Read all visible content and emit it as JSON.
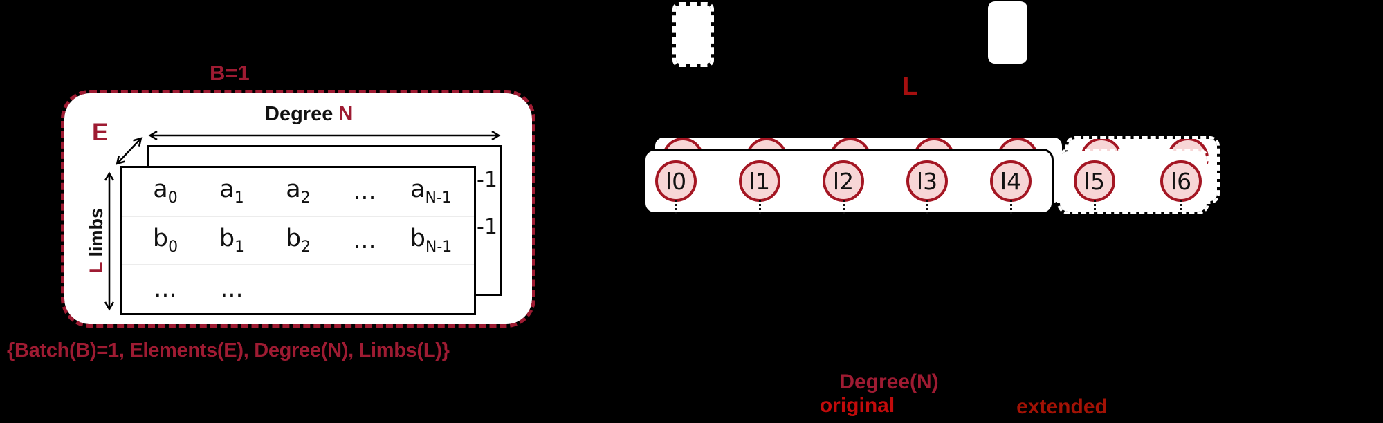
{
  "colors": {
    "crimson_accent": "#9E1B32",
    "bright_red": "#C20B0B",
    "dark_red": "#A31205",
    "limb_count_red": "#A50F0F",
    "node_fill": "#F7D6D6",
    "node_border": "#A41623"
  },
  "left_figure": {
    "batch_label": "B=1",
    "degree_axis": {
      "prefix": "Degree ",
      "accent": "N"
    },
    "element_axis_label": "E",
    "limbs_axis": {
      "accent": "L",
      "rest": " limbs"
    },
    "matrix": {
      "rows": [
        [
          {
            "base": "a",
            "sub": "0"
          },
          {
            "base": "a",
            "sub": "1"
          },
          {
            "base": "a",
            "sub": "2"
          },
          {
            "base": "..."
          },
          {
            "base": "a",
            "sub": "N-1"
          }
        ],
        [
          {
            "base": "b",
            "sub": "0"
          },
          {
            "base": "b",
            "sub": "1"
          },
          {
            "base": "b",
            "sub": "2"
          },
          {
            "base": "..."
          },
          {
            "base": "b",
            "sub": "N-1"
          }
        ],
        [
          {
            "base": "..."
          },
          {
            "base": "..."
          },
          {
            "base": ""
          },
          {
            "base": ""
          },
          {
            "base": ""
          }
        ]
      ],
      "back_sheet_partials": [
        "-1",
        "-1"
      ]
    },
    "caption": "{Batch(B)=1, Elements(E), Degree(N), Limbs(L)}"
  },
  "right_figure": {
    "limb_count_label": "L",
    "original_limbs": [
      "l0",
      "l1",
      "l2",
      "l3",
      "l4"
    ],
    "extended_limbs": [
      "l5",
      "l6"
    ],
    "labels": {
      "degree": "Degree(N)",
      "original": "original",
      "extended": "extended"
    }
  }
}
